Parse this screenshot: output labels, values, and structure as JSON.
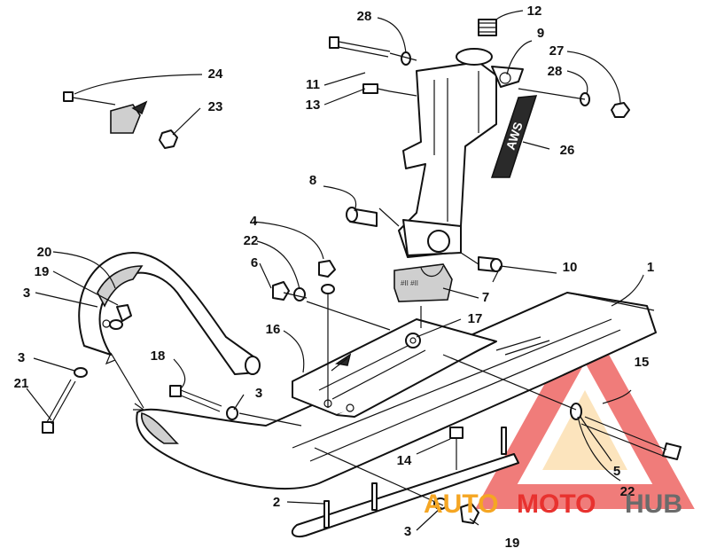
{
  "callouts": [
    {
      "id": "c1",
      "text": "1"
    },
    {
      "id": "c2",
      "text": "2"
    },
    {
      "id": "c3a",
      "text": "3"
    },
    {
      "id": "c3b",
      "text": "3"
    },
    {
      "id": "c3c",
      "text": "3"
    },
    {
      "id": "c3d",
      "text": "3"
    },
    {
      "id": "c4",
      "text": "4"
    },
    {
      "id": "c5",
      "text": "5"
    },
    {
      "id": "c6",
      "text": "6"
    },
    {
      "id": "c7",
      "text": "7"
    },
    {
      "id": "c8",
      "text": "8"
    },
    {
      "id": "c9",
      "text": "9"
    },
    {
      "id": "c10",
      "text": "10"
    },
    {
      "id": "c11",
      "text": "11"
    },
    {
      "id": "c12",
      "text": "12"
    },
    {
      "id": "c13",
      "text": "13"
    },
    {
      "id": "c14",
      "text": "14"
    },
    {
      "id": "c15",
      "text": "15"
    },
    {
      "id": "c16",
      "text": "16"
    },
    {
      "id": "c17",
      "text": "17"
    },
    {
      "id": "c18",
      "text": "18"
    },
    {
      "id": "c19a",
      "text": "19"
    },
    {
      "id": "c19b",
      "text": "19"
    },
    {
      "id": "c20",
      "text": "20"
    },
    {
      "id": "c21",
      "text": "21"
    },
    {
      "id": "c22a",
      "text": "22"
    },
    {
      "id": "c22b",
      "text": "22"
    },
    {
      "id": "c23",
      "text": "23"
    },
    {
      "id": "c24",
      "text": "24"
    },
    {
      "id": "c26",
      "text": "26"
    },
    {
      "id": "c27",
      "text": "27"
    },
    {
      "id": "c28a",
      "text": "28"
    },
    {
      "id": "c28b",
      "text": "28"
    }
  ],
  "decal_text": "AWS",
  "watermark": {
    "part1": "AUTO",
    "part2": "MOTO",
    "part3": "HUB",
    "color_orange": "#f5a623",
    "color_red": "#e8322f",
    "color_gray": "#6b6b6b"
  }
}
